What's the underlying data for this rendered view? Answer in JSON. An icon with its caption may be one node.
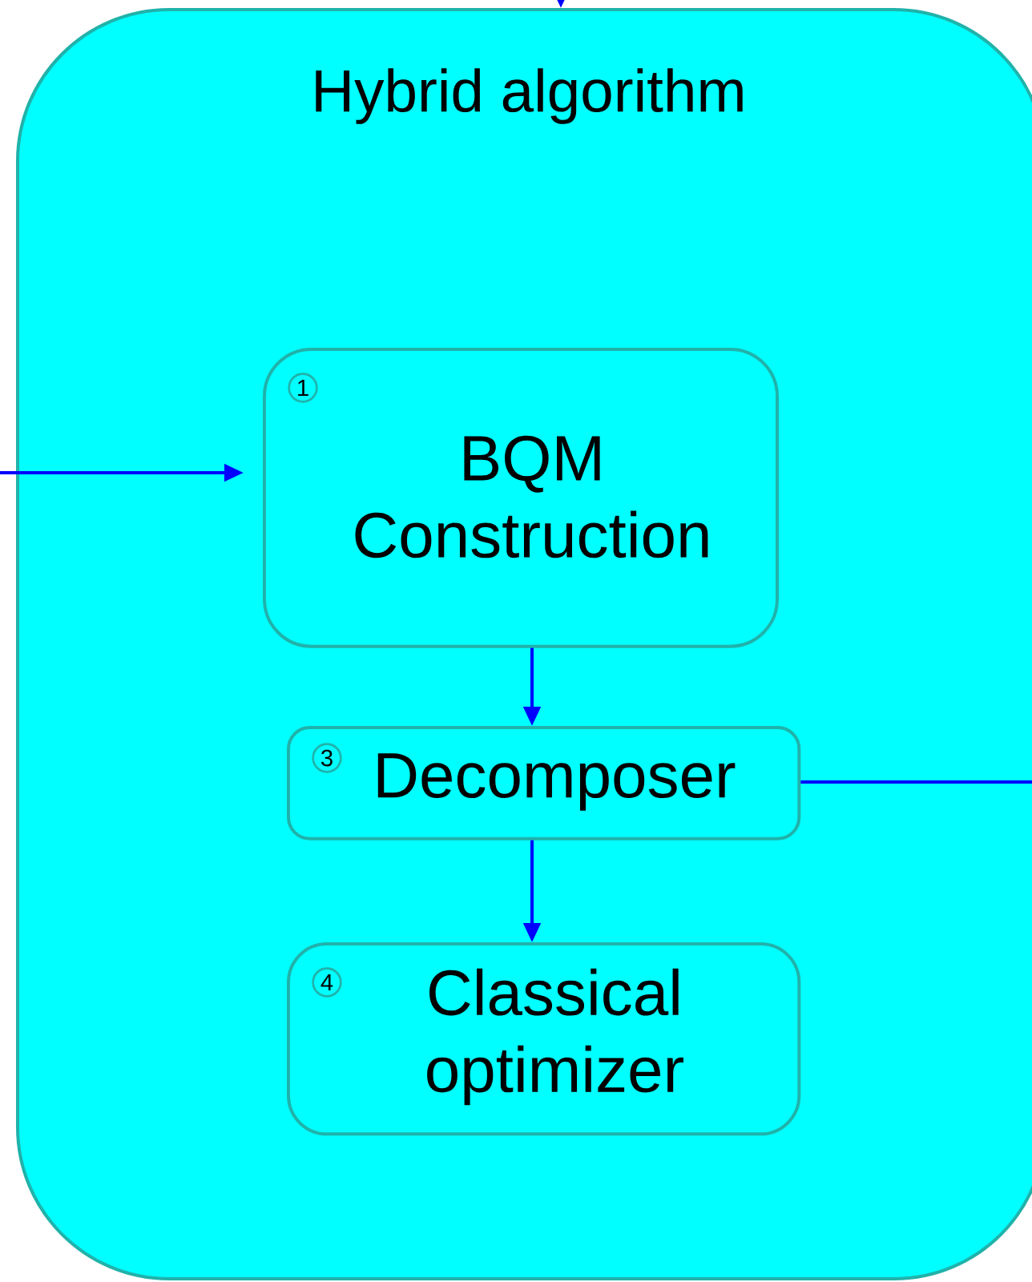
{
  "diagram": {
    "nodes": [
      {
        "text": [
          "Hybrid algorithm"
        ]
      },
      {
        "text": [
          "1",
          "BQM Construction"
        ],
        "in": 0
      },
      {
        "text": [
          "3",
          "Decomposer"
        ],
        "in": 0
      },
      {
        "text": [
          "4",
          "Classical optimizer"
        ],
        "in": 0
      }
    ],
    "edges": [
      {
        "from": null,
        "to": 0,
        "arrow": "to"
      },
      {
        "from": null,
        "to": 1,
        "arrow": "to"
      },
      {
        "from": 1,
        "to": 2,
        "arrow": "to"
      },
      {
        "from": 2,
        "to": 3,
        "arrow": "to"
      },
      {
        "from": 2,
        "to": null,
        "arrow": "none"
      }
    ]
  }
}
